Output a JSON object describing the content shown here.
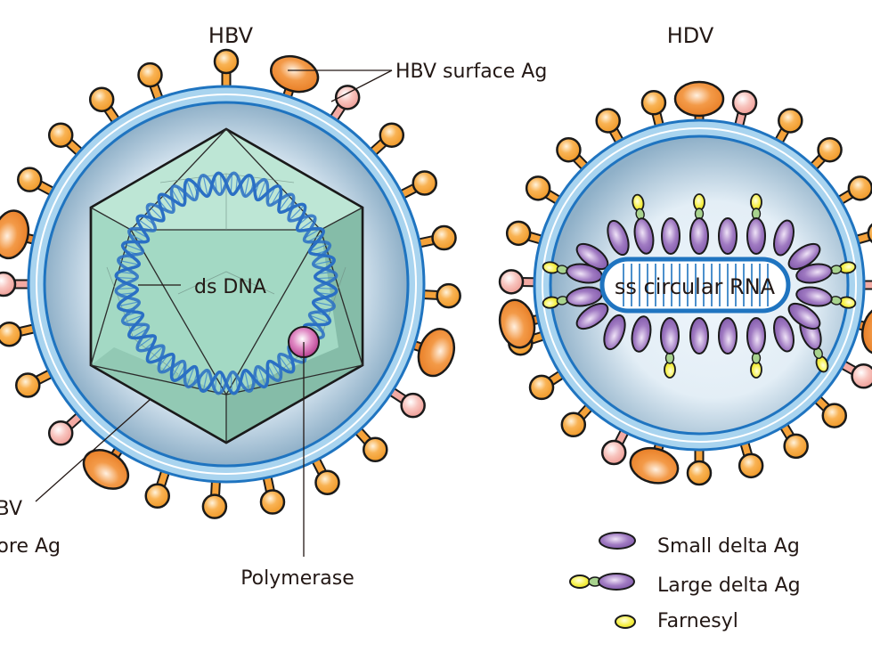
{
  "figure": {
    "hbv": {
      "title": "HBV",
      "labels": {
        "surface_ag": "HBV surface Ag",
        "ds_dna": "ds DNA",
        "core_ag_line1": "HBV",
        "core_ag_line2": "core Ag",
        "polymerase": "Polymerase"
      }
    },
    "hdv": {
      "title": "HDV",
      "labels": {
        "rna": "ss circular RNA"
      }
    },
    "legend": {
      "items": [
        {
          "label": "Small delta Ag",
          "icon": "small-delta-ag-icon"
        },
        {
          "label": "Large delta Ag",
          "icon": "large-delta-ag-icon"
        },
        {
          "label": "Farnesyl",
          "icon": "farnesyl-icon"
        }
      ]
    },
    "colors": {
      "membrane": "#a9d4ef",
      "membrane_edge": "#1f74c0",
      "interior": "#dbe8f2",
      "capsid": "#9fd6c1",
      "dna": "#2a6fc4",
      "spike_small": "#f7a43a",
      "spike_large": "#f08a2c",
      "spike_pink": "#f5b6b0",
      "polymerase": "#cf55a6",
      "delta_ag": "#9a6dbb",
      "farnesyl": "#f4ee4a",
      "linker": "#a8d38e",
      "text": "#231815"
    }
  }
}
